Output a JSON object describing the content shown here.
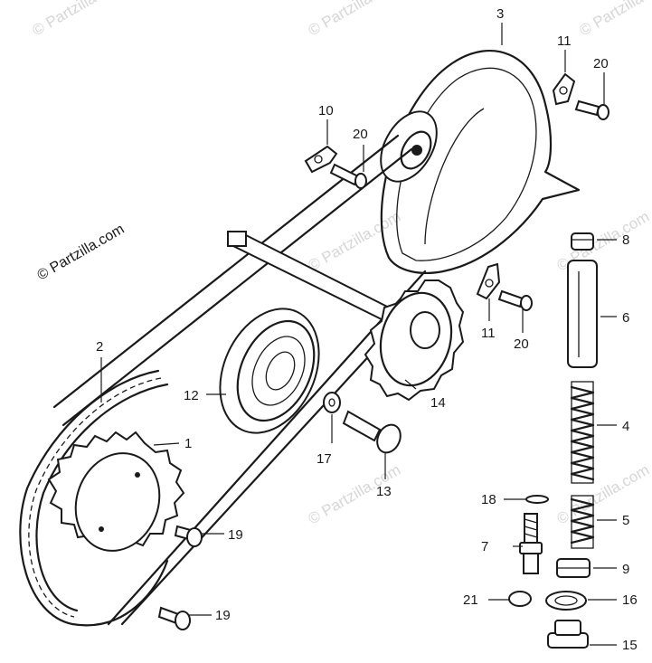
{
  "copyright_label": "© Partzilla.com",
  "watermark_text": "© Partzilla.com",
  "callouts": {
    "c1": "1",
    "c2": "2",
    "c3": "3",
    "c4": "4",
    "c5": "5",
    "c6": "6",
    "c7": "7",
    "c8": "8",
    "c9": "9",
    "c10": "10",
    "c11a": "11",
    "c11b": "11",
    "c12": "12",
    "c13": "13",
    "c14": "14",
    "c15": "15",
    "c16": "16",
    "c17": "17",
    "c18": "18",
    "c19a": "19",
    "c19b": "19",
    "c20a": "20",
    "c20b": "20",
    "c20c": "20",
    "c21": "21"
  },
  "colors": {
    "line": "#1a1a1a",
    "watermark": "#d6d6d6",
    "background": "#ffffff"
  }
}
